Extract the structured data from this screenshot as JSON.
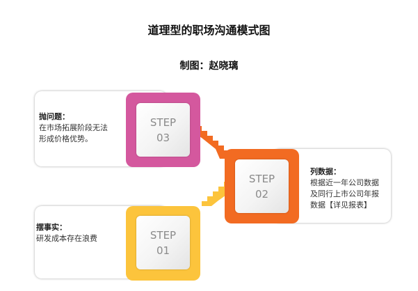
{
  "title": "道理型的职场沟通模式图",
  "subtitle": "制图：赵晓璃",
  "colors": {
    "step1": "#fcc43c",
    "step2": "#f26b22",
    "step3": "#d4589e"
  },
  "steps": [
    {
      "label": "STEP",
      "number": "01",
      "heading": "摆事实：",
      "body": "研发成本存在浪费"
    },
    {
      "label": "STEP",
      "number": "02",
      "heading": "列数据：",
      "body": "根据近一年公司数据\n及同行上市公司年报\n数据【详见报表】"
    },
    {
      "label": "STEP",
      "number": "03",
      "heading": "抛问题：",
      "body": "在市场拓展阶段无法\n形成价格优势。"
    }
  ]
}
